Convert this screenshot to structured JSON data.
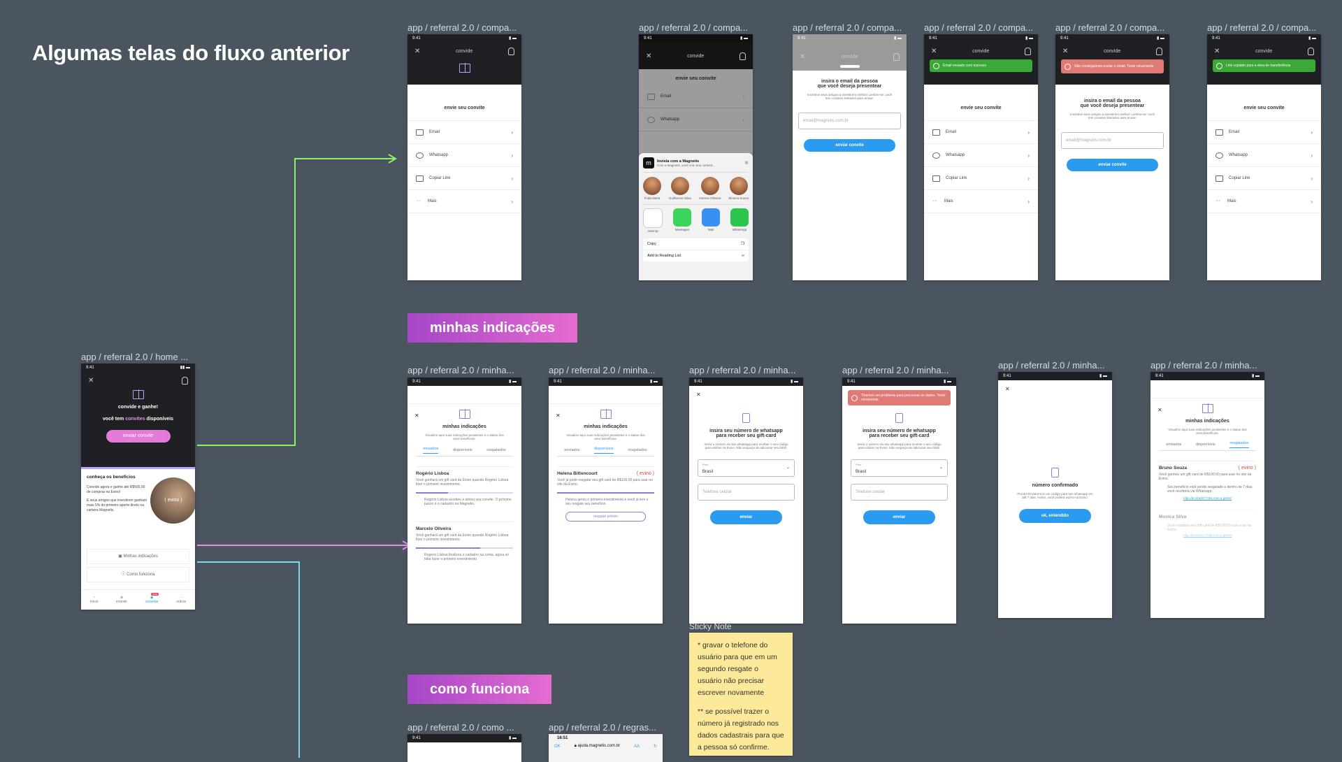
{
  "page": {
    "title": "Algumas telas do fluxo anterior"
  },
  "colors": {
    "canvas": "#4b5560",
    "accent_blue": "#2b9bef",
    "accent_purple": "#8b7ed8",
    "success": "#3aa935",
    "error": "#e07a75",
    "arrow_green": "#8cf26a",
    "arrow_pink": "#e58ee8",
    "arrow_cyan": "#7fd3ee"
  },
  "status_time": "9:41",
  "status_time_alt": "16:51",
  "frames": {
    "home": "app / referral 2.0 / home ...",
    "compa": "app / referral 2.0 / compa...",
    "minha": "app / referral 2.0 / minha...",
    "como": "app / referral 2.0 / como ...",
    "regras": "app / referral 2.0 / regras..."
  },
  "sections": {
    "minhas": "minhas indicações",
    "como": "como funciona"
  },
  "home": {
    "headline": "convide e ganhe!",
    "sub_pre": "você tem ",
    "sub_hl": "convites",
    "sub_post": " disponíveis",
    "cta": "enviar convite",
    "benefits_title": "conheça os benefícios",
    "benefits_text1": "Convide agora e ganhe até R$500,00 de compras na Evino!",
    "benefits_text2": "E seus amigos que investirem ganham mais 5% do primeiro aporte direto na carteira Magnetis.",
    "brand": "( evino )",
    "link1": "Minhas indicações",
    "link2": "Como funciona",
    "nav": [
      "início",
      "investir",
      "convidar",
      "outros"
    ],
    "nav_badge": "novo"
  },
  "invite": {
    "header": "convide",
    "title": "envie seu convite",
    "items": [
      "Email",
      "Whatsapp",
      "Copiar Link",
      "Mais"
    ]
  },
  "share_sheet": {
    "app_title": "Invista com a Magnetis",
    "app_sub": "Com a Magnetis, você cria uma carteira...",
    "contacts": [
      "Frida Maria",
      "Guilherme Silva",
      "Antonio Oliveira",
      "Monica Souza"
    ],
    "apps": [
      "AirDrop",
      "Messages",
      "Mail",
      "WhatsApp"
    ],
    "actions": [
      "Copy",
      "Add to Reading List"
    ]
  },
  "email_form": {
    "title_line1": "insira o email da pessoa",
    "title_line2": "que você deseja presentear",
    "hint": "Incentive seus amigos a investirem melhor! Lembre-se: você tem convites limitados para enviar.",
    "placeholder": "email@magnetis.com.br",
    "cta": "enviar convite"
  },
  "toasts": {
    "email_ok": "Email enviado com sucesso",
    "email_err": "Não conseguimos enviar o email. Tente novamente",
    "link_ok": "Link copiado para a área de transferência",
    "phone_err": "Tivemos um problema para processar os dados. Tente novamente"
  },
  "minhas": {
    "title": "minhas indicações",
    "subtitle": "Visualize aqui suas indicações pendentes e o status dos seus benefícios.",
    "tabs": [
      "enviados",
      "disponíveis",
      "resgatados"
    ],
    "enviados": [
      {
        "name": "Rogério Lisboa",
        "desc": "Você ganhará um gift card da Evino quando Rogério Lisboa fizer o primeiro investimento.",
        "progress": 0.33,
        "note": "Rogério Lisboa recebeu e ativou seu convite. O próximo passo é o cadastro na Magnetis."
      },
      {
        "name": "Marcelo Oliveira",
        "desc": "Você ganhará um gift card da Evino quando Rogério Lisboa fizer o primeiro investimento.",
        "progress": 0.66,
        "note": "Rogério Lisboa finalizou o cadastro na conta, agora só falta fazer o primeiro investimento."
      }
    ],
    "disponivel": {
      "name": "Helena Bittencourt",
      "desc": "Você já pode resgatar seu gift card de R$100,00 para usar no site da Evino.",
      "note": "Helena gerou o primeiro investimento e você já tem o seu resgate seu benefício.",
      "cta": "resgatar prêmio"
    },
    "resgatados": [
      {
        "name": "Bruno Souza",
        "desc": "Você ganhou um gift card de R$100,00 para usar no site da Evino.",
        "note": "Seu benefício está sendo resgatado e dentro de 7 dias você receberá via Whatsapp.",
        "link": "Algo de errado? Fale com a gente!"
      },
      {
        "name": "Monica Silva",
        "desc": "",
        "note": "Você resgatou seu gift card de R$100,00 para usar na Evino.",
        "link": "Algo de errado? Fale com a gente!"
      }
    ]
  },
  "phone_form": {
    "title_line1": "insira seu número de whatsapp",
    "title_line2": "para receber seu gift-card",
    "hint": "Insira o número do seu whatsapp para receber o seu código para utilizar na Evino. Não esqueça de adicionar seu DDD.",
    "country_label": "País",
    "country": "Brasil",
    "placeholder": "Telefone celular",
    "cta": "enviar"
  },
  "confirmed": {
    "title": "número confirmado",
    "text": "Pronto! Enviaremos um código para seu whatsapp em até 7 dias. Assim, você poderá usá-lo na Evino.",
    "cta": "ok, entendido"
  },
  "sticky": {
    "label": "Sticky Note",
    "p1": "* gravar o telefone do usuário para que em um segundo resgate o usuário não precisar escrever novamente",
    "p2": "** se possível trazer o número já registrado nos dados cadastrais para que a pessoa só confirme."
  },
  "browser": {
    "done": "OK",
    "url": "ajuda.magnetis.com.br",
    "aa": "AA"
  }
}
